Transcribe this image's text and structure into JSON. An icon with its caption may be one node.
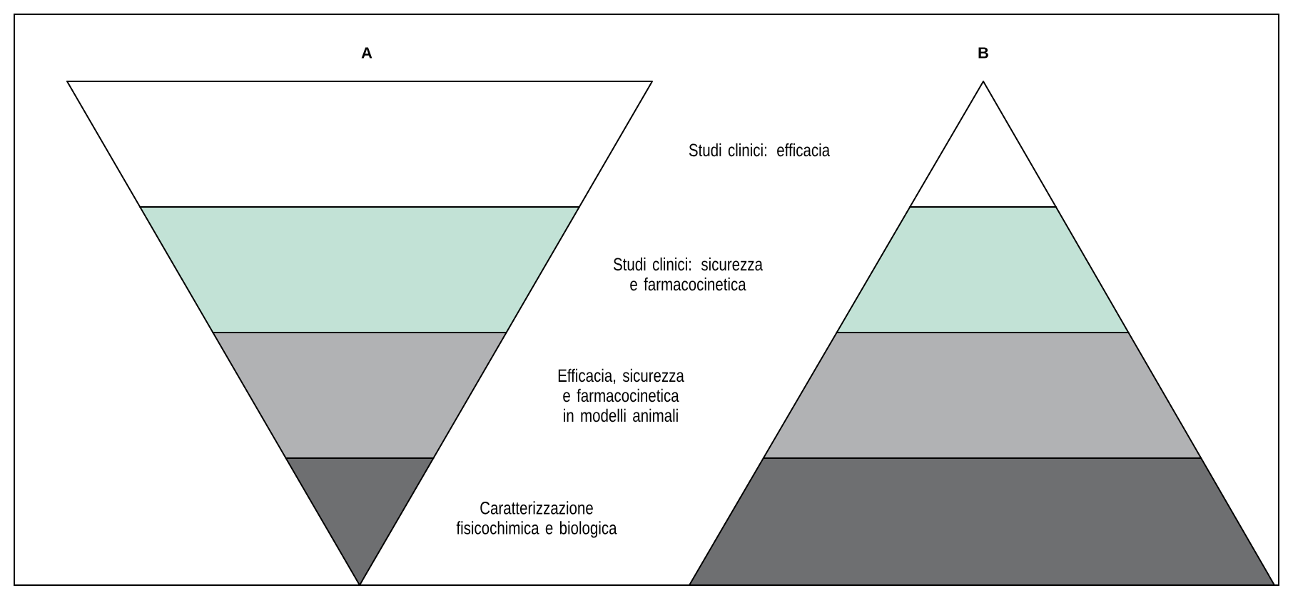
{
  "diagram": {
    "labels": [
      "A",
      "B",
      "Studi clinici: efficacia",
      "Studi clinici: sicurezza e farmacocinetica",
      "Efficacia, sicurezza e farmacocinetica in modelli animali",
      "Caratterizzazione fisicochimica e biologica"
    ]
  }
}
